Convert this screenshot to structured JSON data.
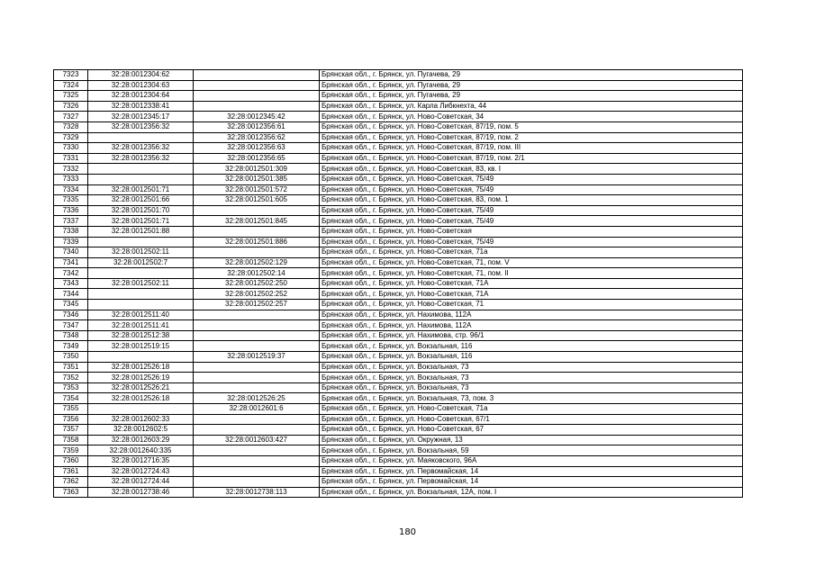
{
  "table": {
    "rows": [
      {
        "num": "7323",
        "cad1": "32:28:0012304:62",
        "cad2": "",
        "address": "Брянская обл., г. Брянск, ул. Пугачева, 29"
      },
      {
        "num": "7324",
        "cad1": "32:28:0012304:63",
        "cad2": "",
        "address": "Брянская обл., г. Брянск, ул. Пугачева, 29"
      },
      {
        "num": "7325",
        "cad1": "32:28:0012304:64",
        "cad2": "",
        "address": "Брянская обл., г. Брянск, ул. Пугачева, 29"
      },
      {
        "num": "7326",
        "cad1": "32:28:0012338:41",
        "cad2": "",
        "address": "Брянская обл., г. Брянск, ул. Карла Либкнехта, 44"
      },
      {
        "num": "7327",
        "cad1": "32:28:0012345:17",
        "cad2": "32:28:0012345:42",
        "address": "Брянская обл., г. Брянск, ул. Ново-Советская, 34"
      },
      {
        "num": "7328",
        "cad1": "32:28:0012356:32",
        "cad2": "32:28:0012356:61",
        "address": "Брянская обл., г. Брянск, ул. Ново-Советская, 87/19, пом. 5"
      },
      {
        "num": "7329",
        "cad1": "",
        "cad2": "32:28:0012356:62",
        "address": "Брянская обл., г. Брянск, ул. Ново-Советская, 87/19, пом. 2"
      },
      {
        "num": "7330",
        "cad1": "32:28:0012356:32",
        "cad2": "32:28:0012356:63",
        "address": "Брянская обл., г. Брянск, ул. Ново-Советская, 87/19, пом. III"
      },
      {
        "num": "7331",
        "cad1": "32:28:0012356:32",
        "cad2": "32:28:0012356:65",
        "address": "Брянская обл., г. Брянск, ул. Ново-Советская, 87/19, пом. 2/1"
      },
      {
        "num": "7332",
        "cad1": "",
        "cad2": "32:28:0012501:309",
        "address": "Брянская обл., г. Брянск, ул. Ново-Советская, 83, кв. I"
      },
      {
        "num": "7333",
        "cad1": "",
        "cad2": "32:28:0012501:385",
        "address": "Брянская обл., г. Брянск, ул. Ново-Советская, 75/49"
      },
      {
        "num": "7334",
        "cad1": "32:28:0012501:71",
        "cad2": "32:28:0012501:572",
        "address": "Брянская обл., г. Брянск, ул. Ново-Советская, 75/49"
      },
      {
        "num": "7335",
        "cad1": "32:28:0012501:66",
        "cad2": "32:28:0012501:605",
        "address": "Брянская обл., г. Брянск, ул. Ново-Советская, 83, пом. 1"
      },
      {
        "num": "7336",
        "cad1": "32:28:0012501:70",
        "cad2": "",
        "address": "Брянская обл., г. Брянск, ул. Ново-Советская, 75/49"
      },
      {
        "num": "7337",
        "cad1": "32:28:0012501:71",
        "cad2": "32:28:0012501:845",
        "address": "Брянская обл., г. Брянск, ул. Ново-Советская, 75/49"
      },
      {
        "num": "7338",
        "cad1": "32:28:0012501:88",
        "cad2": "",
        "address": "Брянская обл., г. Брянск, ул. Ново-Советская"
      },
      {
        "num": "7339",
        "cad1": "",
        "cad2": "32:28:0012501:886",
        "address": "Брянская обл., г. Брянск, ул. Ново-Советская, 75/49"
      },
      {
        "num": "7340",
        "cad1": "32:28:0012502:11",
        "cad2": "",
        "address": "Брянская обл., г. Брянск, ул. Ново-Советская, 71а"
      },
      {
        "num": "7341",
        "cad1": "32:28:0012502:7",
        "cad2": "32:28:0012502:129",
        "address": "Брянская обл., г. Брянск, ул. Ново-Советская, 71, пом. V"
      },
      {
        "num": "7342",
        "cad1": "",
        "cad2": "32:28:0012502:14",
        "address": "Брянская обл., г. Брянск, ул. Ново-Советская, 71, пом. II"
      },
      {
        "num": "7343",
        "cad1": "32:28:0012502:11",
        "cad2": "32:28:0012502:250",
        "address": "Брянская обл., г. Брянск, ул. Ново-Советская, 71А"
      },
      {
        "num": "7344",
        "cad1": "",
        "cad2": "32:28:0012502:252",
        "address": "Брянская обл., г. Брянск, ул. Ново-Советская, 71А"
      },
      {
        "num": "7345",
        "cad1": "",
        "cad2": "32:28:0012502:257",
        "address": "Брянская обл., г. Брянск, ул. Ново-Советская, 71"
      },
      {
        "num": "7346",
        "cad1": "32:28:0012511:40",
        "cad2": "",
        "address": "Брянская обл., г. Брянск, ул. Нахимова, 112А"
      },
      {
        "num": "7347",
        "cad1": "32:28:0012511:41",
        "cad2": "",
        "address": "Брянская обл., г. Брянск, ул. Нахимова, 112А"
      },
      {
        "num": "7348",
        "cad1": "32:28:0012512:38",
        "cad2": "",
        "address": "Брянская обл., г. Брянск, ул. Нахимова, стр. 96/1"
      },
      {
        "num": "7349",
        "cad1": "32:28:0012519:15",
        "cad2": "",
        "address": "Брянская обл., г. Брянск, ул. Вокзальная, 116"
      },
      {
        "num": "7350",
        "cad1": "",
        "cad2": "32:28:0012519:37",
        "address": "Брянская обл., г. Брянск, ул. Вокзальная, 116"
      },
      {
        "num": "7351",
        "cad1": "32:28:0012526:18",
        "cad2": "",
        "address": "Брянская обл., г. Брянск, ул. Вокзальная, 73"
      },
      {
        "num": "7352",
        "cad1": "32:28:0012526:19",
        "cad2": "",
        "address": "Брянская обл., г. Брянск, ул. Вокзальная, 73"
      },
      {
        "num": "7353",
        "cad1": "32:28:0012526:21",
        "cad2": "",
        "address": "Брянская обл., г. Брянск, ул. Вокзальная, 73"
      },
      {
        "num": "7354",
        "cad1": "32:28:0012526:18",
        "cad2": "32:28:0012526:25",
        "address": "Брянская обл., г. Брянск, ул. Вокзальная, 73, пом. 3"
      },
      {
        "num": "7355",
        "cad1": "",
        "cad2": "32:28:0012601:6",
        "address": "Брянская обл., г. Брянск, ул. Ново-Советская, 71а"
      },
      {
        "num": "7356",
        "cad1": "32:28:0012602:33",
        "cad2": "",
        "address": "Брянская обл., г. Брянск, ул. Ново-Советская, 67/1"
      },
      {
        "num": "7357",
        "cad1": "32:28:0012602:5",
        "cad2": "",
        "address": "Брянская обл., г. Брянск, ул. Ново-Советская, 67"
      },
      {
        "num": "7358",
        "cad1": "32:28:0012603:29",
        "cad2": "32:28:0012603:427",
        "address": "Брянская обл., г. Брянск, ул. Окружная, 13"
      },
      {
        "num": "7359",
        "cad1": "32:28:0012640:335",
        "cad2": "",
        "address": "Брянская обл., г. Брянск, ул. Вокзальная, 59"
      },
      {
        "num": "7360",
        "cad1": "32:28:0012716:35",
        "cad2": "",
        "address": "Брянская обл., г. Брянск, ул. Маяковского, 96А"
      },
      {
        "num": "7361",
        "cad1": "32:28:0012724:43",
        "cad2": "",
        "address": "Брянская обл., г. Брянск, ул. Первомайская, 14"
      },
      {
        "num": "7362",
        "cad1": "32:28:0012724:44",
        "cad2": "",
        "address": "Брянская обл., г. Брянск, ул. Первомайская, 14"
      },
      {
        "num": "7363",
        "cad1": "32:28:0012738:46",
        "cad2": "32:28:0012738:113",
        "address": "Брянская обл., г. Брянск, ул. Вокзальная, 12А, пом. I"
      }
    ]
  },
  "footer": {
    "page_number": "180"
  }
}
